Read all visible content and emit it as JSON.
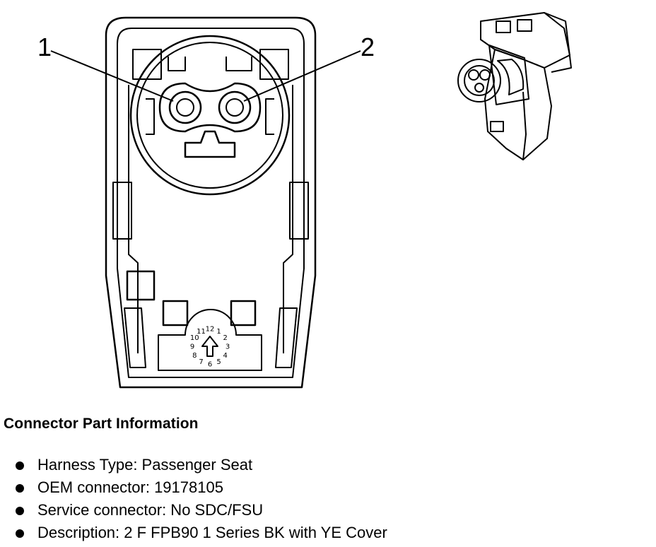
{
  "callouts": {
    "one": "1",
    "two": "2"
  },
  "clock_dial": [
    "12",
    "1",
    "2",
    "3",
    "4",
    "5",
    "6",
    "7",
    "8",
    "9",
    "10",
    "11"
  ],
  "info": {
    "title": "Connector Part Information",
    "items": [
      "Harness Type: Passenger Seat",
      "OEM connector: 19178105",
      "Service connector: No SDC/FSU",
      "Description: 2 F FPB90 1 Series BK with YE Cover"
    ]
  }
}
